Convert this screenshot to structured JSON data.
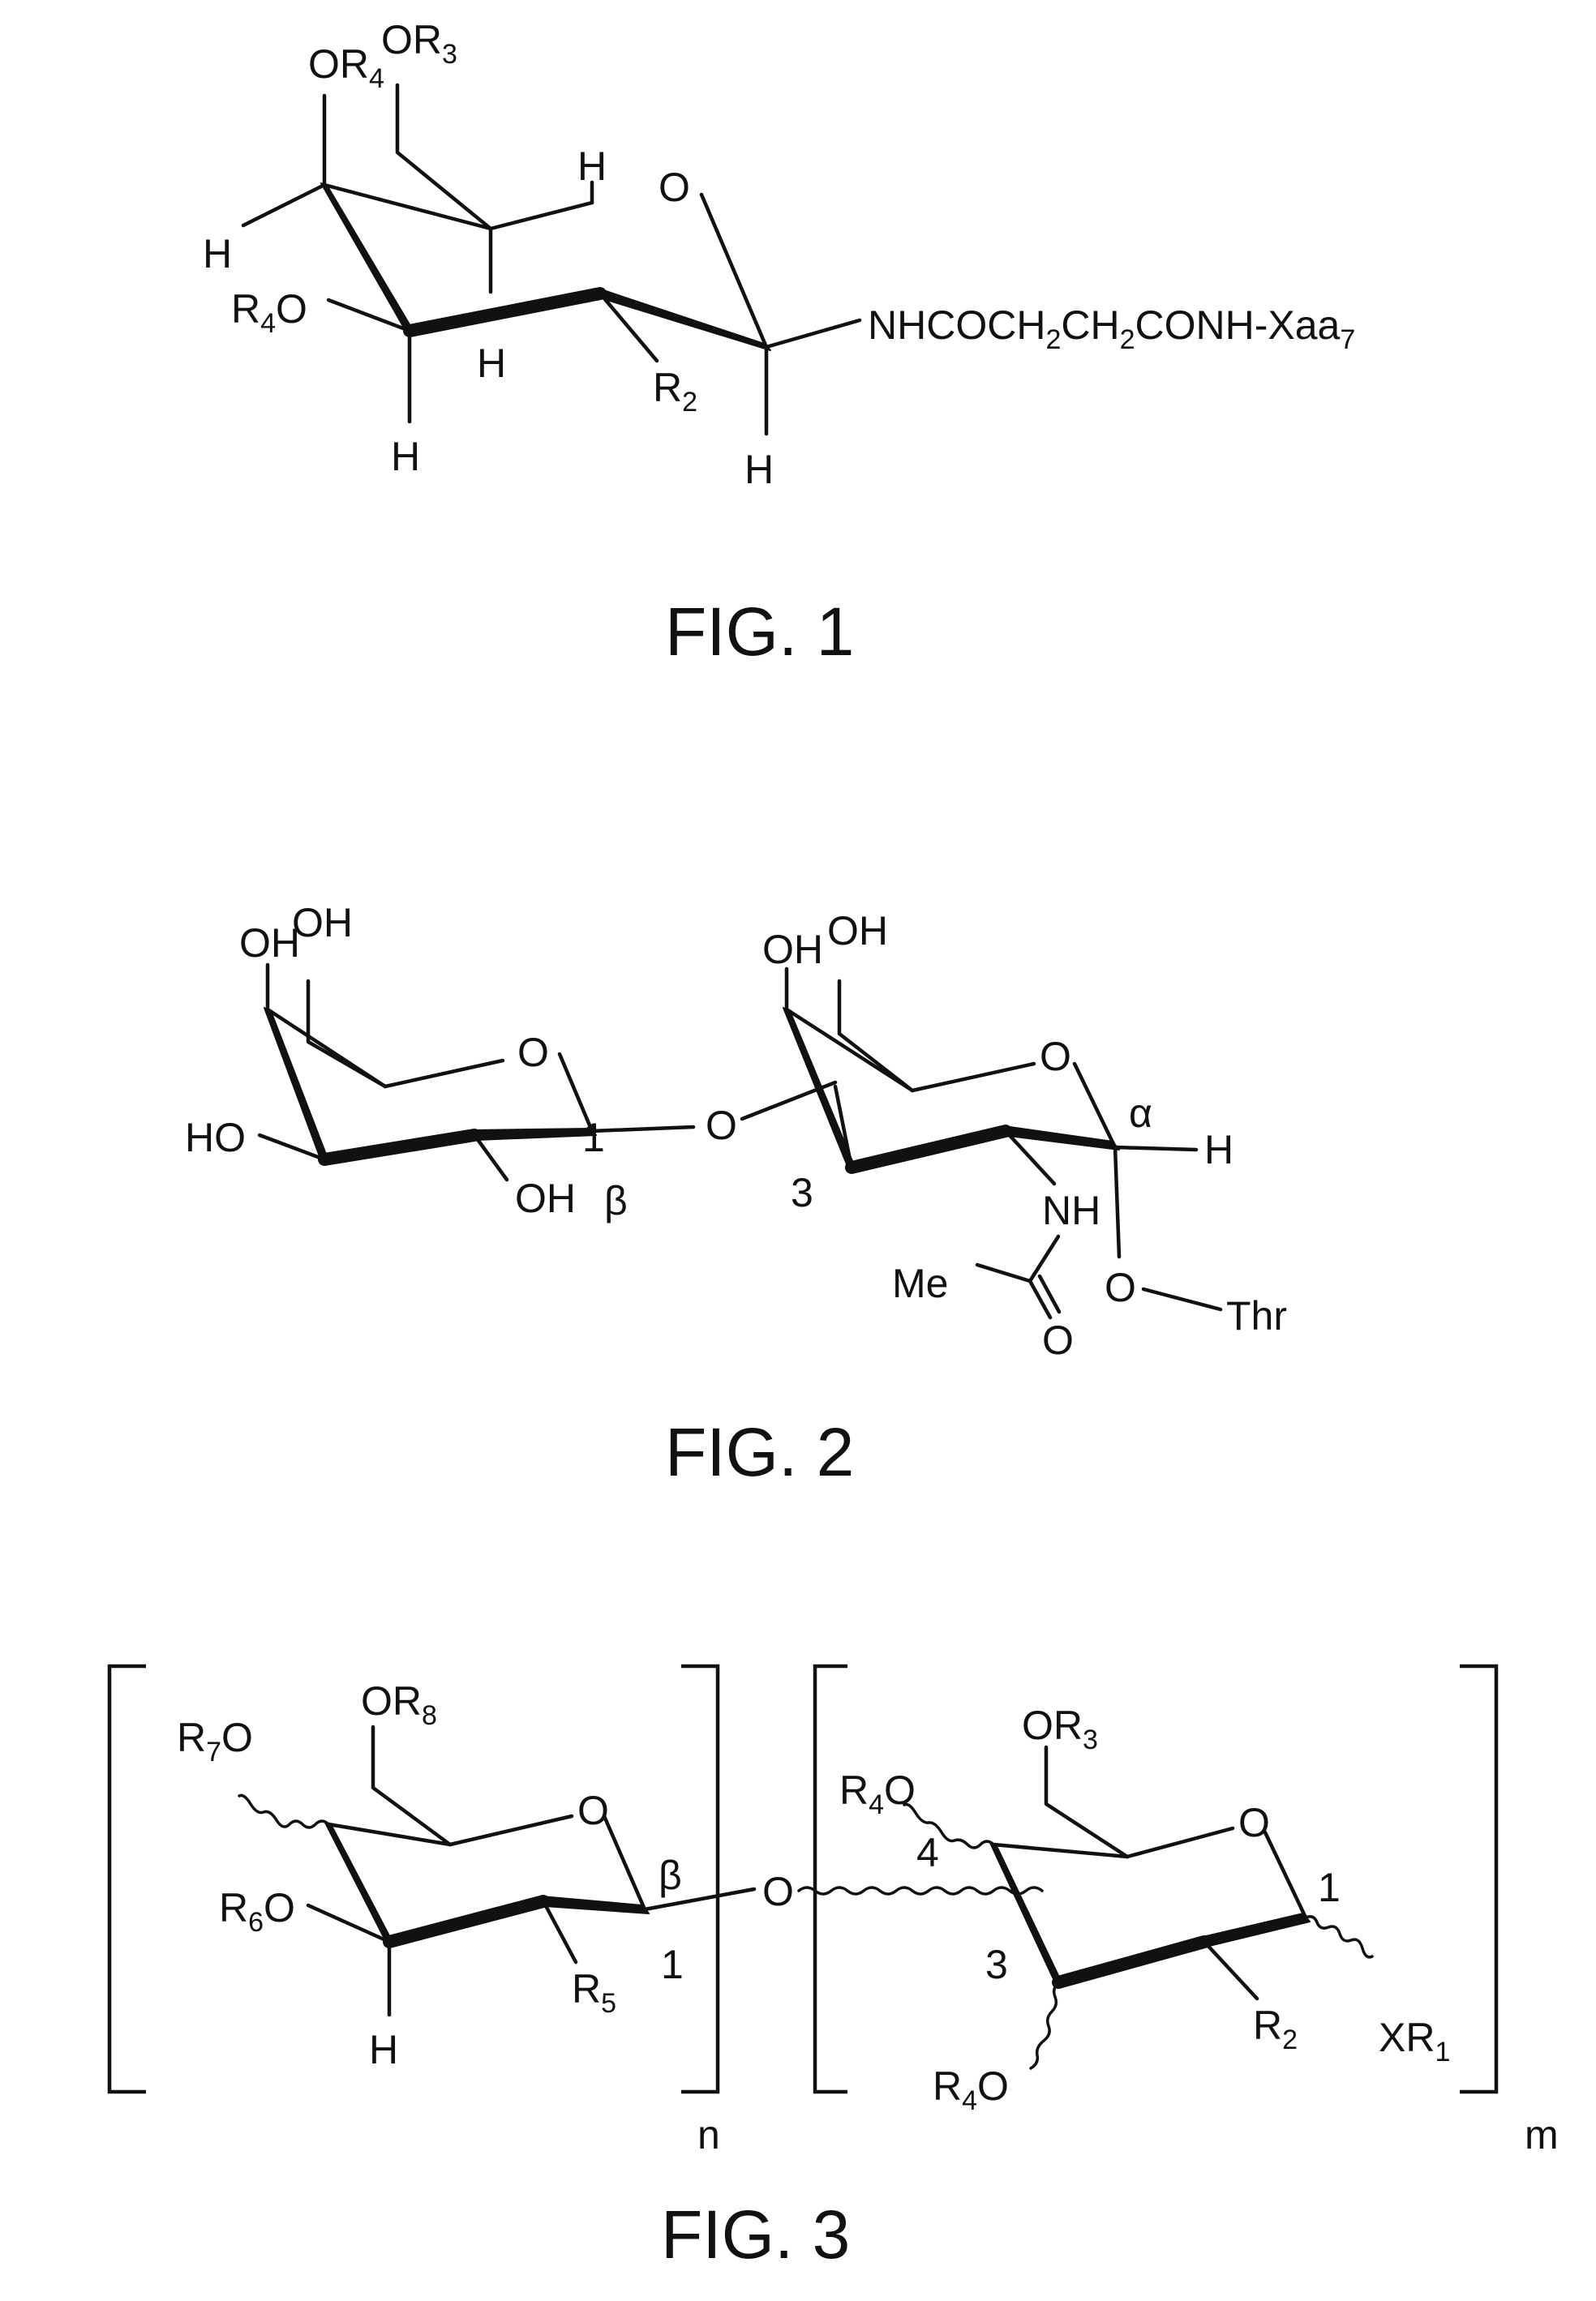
{
  "figures": [
    {
      "caption": "FIG. 1",
      "labels": {
        "or4_top": "OR4",
        "or3": "OR3",
        "h_c4": "H",
        "r4o": "R4O",
        "h_c5": "H",
        "ring_o": "O",
        "h_c3": "H",
        "h_c2": "H",
        "r2": "R2",
        "h_c1": "H",
        "substituent": "NHCOCH2CH2CONH-Xaa7"
      }
    },
    {
      "caption": "FIG. 2",
      "labels": {
        "gal_oh4": "OH",
        "gal_oh6": "OH",
        "gal_ring_o": "O",
        "gal_ho3": "HO",
        "gal_oh2": "OH",
        "pos_1": "1",
        "beta": "β",
        "glycosidic_o": "O",
        "pos_3": "3",
        "galnac_oh4": "OH",
        "galnac_oh6": "OH",
        "galnac_ring_o": "O",
        "alpha": "α",
        "h_anomeric": "H",
        "nh": "NH",
        "me": "Me",
        "carbonyl_o": "O",
        "linker_o": "O",
        "thr": "Thr"
      }
    },
    {
      "caption": "FIG. 3",
      "labels": {
        "r7o": "R7O",
        "or8": "OR8",
        "ring1_o": "O",
        "r6o": "R6O",
        "h": "H",
        "r5": "R5",
        "pos_1_left": "1",
        "beta": "β",
        "bridge_o": "O",
        "n": "n",
        "r4o_top": "R4O",
        "or3": "OR3",
        "pos_4": "4",
        "ring2_o": "O",
        "pos_3": "3",
        "pos_1_right": "1",
        "r4o_bottom": "R4O",
        "r2": "R2",
        "xr1": "XR1",
        "m": "m"
      }
    }
  ]
}
